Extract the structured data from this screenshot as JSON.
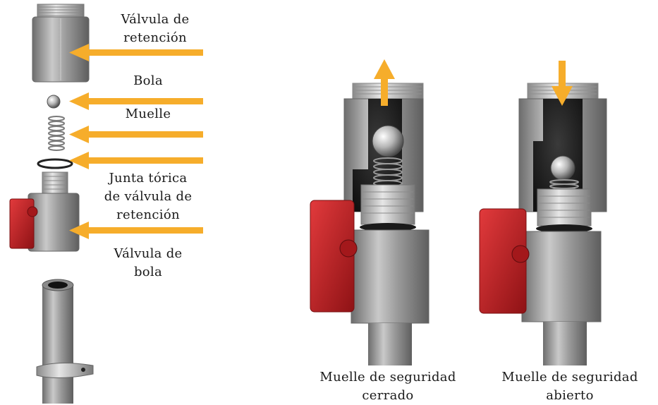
{
  "parts": [
    {
      "id": "check-valve",
      "text": "Válvula de\nretención"
    },
    {
      "id": "ball",
      "text": "Bola"
    },
    {
      "id": "spring",
      "text": "Muelle"
    },
    {
      "id": "o-ring",
      "text": "Junta tórica\nde válvula de\nretención"
    },
    {
      "id": "ball-valve",
      "text": "Válvula de\nbola"
    }
  ],
  "captions": {
    "closed": "Muelle de seguridad\ncerrado",
    "open": "Muelle de seguridad\nabierto"
  },
  "colors": {
    "arrow": "#f6ad2b",
    "metal": "#9a9a9a",
    "handle": "#c81e22"
  }
}
